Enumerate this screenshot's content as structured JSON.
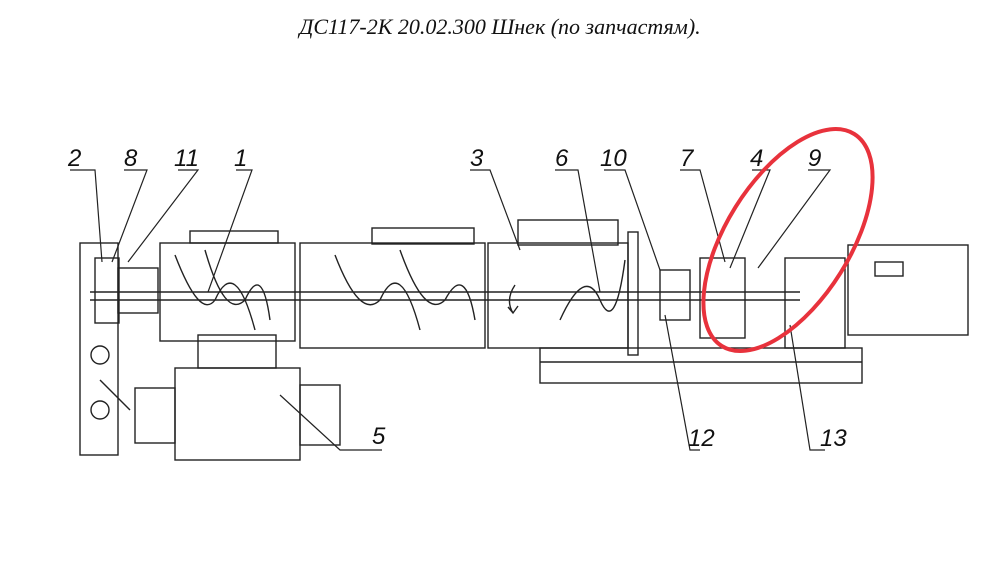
{
  "title": "ДС117-2К 20.02.300 Шнек (по запчастям).",
  "labels": {
    "l1": "1",
    "l2": "2",
    "l3": "3",
    "l4": "4",
    "l5": "5",
    "l6": "6",
    "l7": "7",
    "l8": "8",
    "l9": "9",
    "l10": "10",
    "l11": "11",
    "l12": "12",
    "l13": "13"
  },
  "colors": {
    "line": "#222222",
    "highlight": "#e8323c"
  }
}
